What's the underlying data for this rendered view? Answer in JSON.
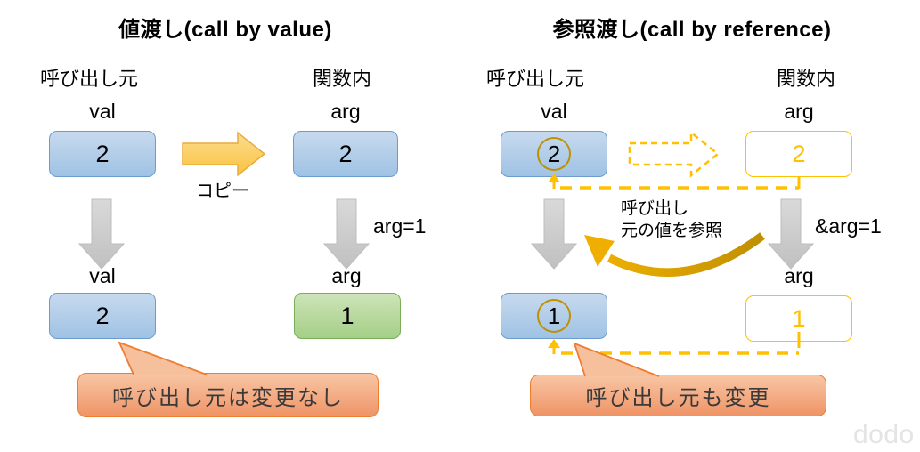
{
  "watermark": "dodo",
  "colors": {
    "box_blue_fill": "#aac7e8",
    "box_blue_border": "#6b9ccd",
    "box_green_fill": "#b0d494",
    "box_green_border": "#79ad58",
    "gold_accent": "#ffc000",
    "gold_circle": "#bf9000",
    "copy_arrow_fill": "#fbcc5a",
    "copy_arrow_border": "#e8ac3c",
    "gray_arrow_fill": "#cacaca",
    "callout_fill": "#f4a57e",
    "callout_border": "#ed7d31",
    "curved_arrow": "#dfa000"
  },
  "left_panel": {
    "title": "値渡し(call by value)",
    "caller_heading": "呼び出し元",
    "function_heading": "関数内",
    "top_row": {
      "caller_var_name": "val",
      "caller_var_value": "2",
      "copy_label": "コピー",
      "func_var_name": "arg",
      "func_var_value": "2"
    },
    "assignment_label": "arg=1",
    "bottom_row": {
      "caller_var_name": "val",
      "caller_var_value": "2",
      "func_var_name": "arg",
      "func_var_value": "1"
    },
    "callout_text": "呼び出し元は変更なし"
  },
  "right_panel": {
    "title": "参照渡し(call by reference)",
    "caller_heading": "呼び出し元",
    "function_heading": "関数内",
    "top_row": {
      "caller_var_name": "val",
      "caller_var_value": "2",
      "func_var_name": "arg",
      "func_var_value": "2"
    },
    "reference_note_line1": "呼び出し",
    "reference_note_line2": "元の値を参照",
    "assignment_label": "&arg=1",
    "bottom_row": {
      "caller_var_value": "1",
      "func_var_name": "arg",
      "func_var_value": "1"
    },
    "callout_text": "呼び出し元も変更"
  }
}
